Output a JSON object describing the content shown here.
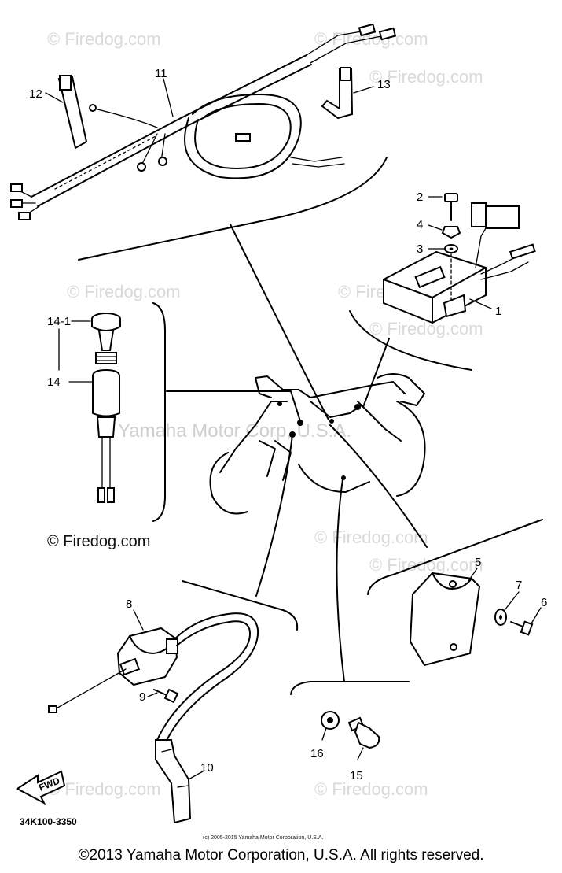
{
  "watermarks": {
    "firedog": "© Firedog.com",
    "firedog_alt": "© Firedog.com",
    "center": "Yamaha Motor Corp, U.S.A.",
    "dark": "© Firedog.com"
  },
  "callouts": {
    "p1": "1",
    "p2": "2",
    "p3": "3",
    "p4": "4",
    "p5": "5",
    "p6": "6",
    "p7": "7",
    "p8": "8",
    "p9": "9",
    "p10": "10",
    "p11": "11",
    "p12": "12",
    "p13": "13",
    "p14": "14",
    "p14_1": "14-1",
    "p15": "15",
    "p16": "16"
  },
  "fwd_label": "FWD",
  "diagram_code": "34K100-3350",
  "small_copyright": "(c) 2005-2015 Yamaha Motor Corporation, U.S.A.",
  "footer_copyright": "©2013 Yamaha Motor Corporation, U.S.A. All rights reserved."
}
